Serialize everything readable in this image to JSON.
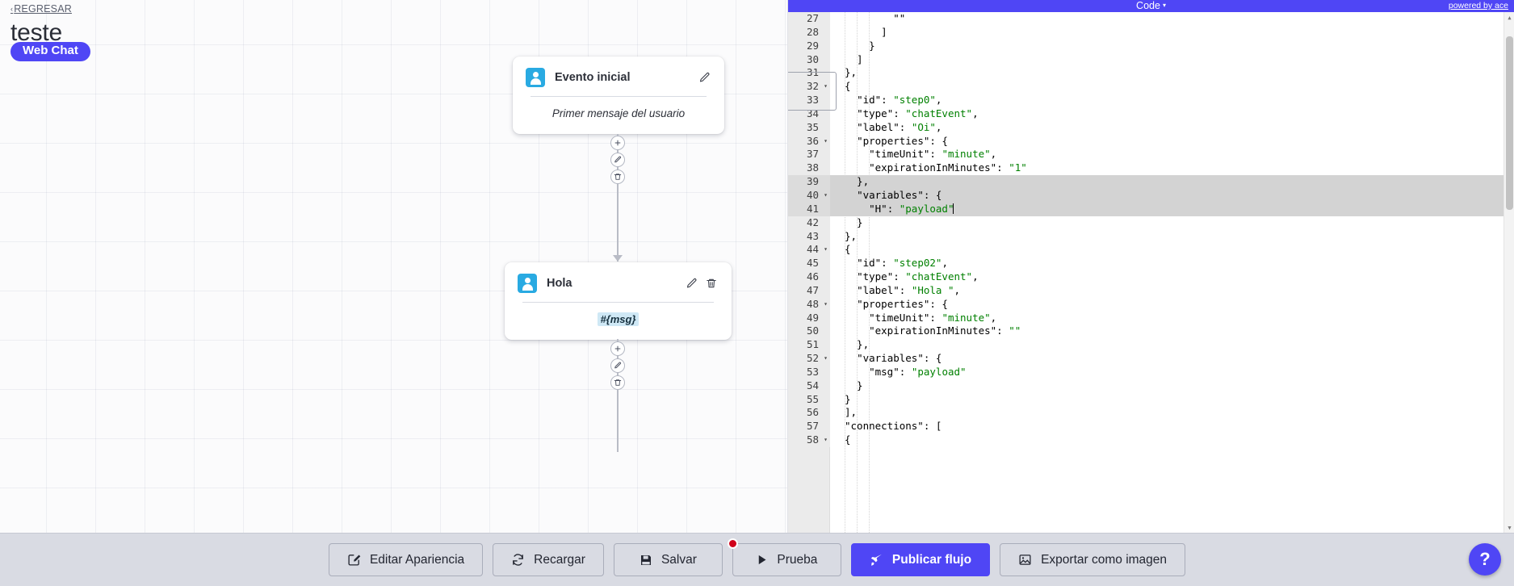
{
  "header": {
    "back_label": "REGRESAR",
    "back_chevron": "‹",
    "project_title": "teste",
    "channel_badge": "Web Chat"
  },
  "canvas": {
    "nodes": [
      {
        "id": "evento-inicial",
        "title": "Evento inicial",
        "avatar_icon": "user-avatar-icon",
        "body_text": "Primer mensaje del usuario",
        "body_kind": "placeholder",
        "actions": [
          "edit-icon"
        ]
      },
      {
        "id": "hola",
        "title": "Hola",
        "avatar_icon": "user-avatar-icon",
        "body_text": "#{msg}",
        "body_kind": "variable",
        "actions": [
          "edit-icon",
          "trash-icon"
        ]
      }
    ],
    "connector_controls": [
      "add-icon",
      "edit-icon",
      "trash-icon"
    ]
  },
  "editor": {
    "title": "Code",
    "title_caret": "▾",
    "powered_by": "powered by ace",
    "first_line": 27,
    "lines": [
      {
        "n": 27,
        "text": "        \"\"",
        "fold": false
      },
      {
        "n": 28,
        "text": "      ]",
        "fold": false
      },
      {
        "n": 29,
        "text": "    }",
        "fold": false
      },
      {
        "n": 30,
        "text": "  ]",
        "fold": false
      },
      {
        "n": 31,
        "text": "},",
        "fold": false
      },
      {
        "n": 32,
        "text": "{",
        "fold": true
      },
      {
        "n": 33,
        "text": "  \"id\": \"step0\",",
        "fold": false
      },
      {
        "n": 34,
        "text": "  \"type\": \"chatEvent\",",
        "fold": false
      },
      {
        "n": 35,
        "text": "  \"label\": \"Oi\",",
        "fold": false
      },
      {
        "n": 36,
        "text": "  \"properties\": {",
        "fold": true
      },
      {
        "n": 37,
        "text": "    \"timeUnit\": \"minute\",",
        "fold": false
      },
      {
        "n": 38,
        "text": "    \"expirationInMinutes\": \"1\"",
        "fold": false
      },
      {
        "n": 39,
        "text": "  },",
        "fold": false
      },
      {
        "n": 40,
        "text": "  \"variables\": {",
        "fold": true
      },
      {
        "n": 41,
        "text": "    \"H\": \"payload\"",
        "fold": false
      },
      {
        "n": 42,
        "text": "  }",
        "fold": false
      },
      {
        "n": 43,
        "text": "},",
        "fold": false
      },
      {
        "n": 44,
        "text": "{",
        "fold": true
      },
      {
        "n": 45,
        "text": "  \"id\": \"step02\",",
        "fold": false
      },
      {
        "n": 46,
        "text": "  \"type\": \"chatEvent\",",
        "fold": false
      },
      {
        "n": 47,
        "text": "  \"label\": \"Hola \",",
        "fold": false
      },
      {
        "n": 48,
        "text": "  \"properties\": {",
        "fold": true
      },
      {
        "n": 49,
        "text": "    \"timeUnit\": \"minute\",",
        "fold": false
      },
      {
        "n": 50,
        "text": "    \"expirationInMinutes\": \"\"",
        "fold": false
      },
      {
        "n": 51,
        "text": "  },",
        "fold": false
      },
      {
        "n": 52,
        "text": "  \"variables\": {",
        "fold": true
      },
      {
        "n": 53,
        "text": "    \"msg\": \"payload\"",
        "fold": false
      },
      {
        "n": 54,
        "text": "  }",
        "fold": false
      },
      {
        "n": 55,
        "text": "}",
        "fold": false
      },
      {
        "n": 56,
        "text": "],",
        "fold": false
      },
      {
        "n": 57,
        "text": "\"connections\": [",
        "fold": false
      },
      {
        "n": 58,
        "text": "{",
        "fold": true
      }
    ],
    "selection_lines": [
      39,
      40,
      41
    ],
    "cursor_line": 41,
    "scroll_up_arrow": "▲",
    "scroll_down_arrow": "▼"
  },
  "toolbar": {
    "buttons": [
      {
        "label": "Editar Apariencia",
        "icon": "pencil-square-icon",
        "primary": false,
        "badge": false
      },
      {
        "label": "Recargar",
        "icon": "refresh-icon",
        "primary": false,
        "badge": false
      },
      {
        "label": "Salvar",
        "icon": "save-disk-icon",
        "primary": false,
        "badge": false
      },
      {
        "label": "Prueba",
        "icon": "play-icon",
        "primary": false,
        "badge": true
      },
      {
        "label": "Publicar flujo",
        "icon": "rocket-icon",
        "primary": true,
        "badge": false
      },
      {
        "label": "Exportar como imagen",
        "icon": "image-icon",
        "primary": false,
        "badge": false
      }
    ],
    "help_label": "?"
  },
  "colors": {
    "accent": "#4f46f5",
    "avatar": "#29aae2",
    "toolbar_bg": "#d9dbe3",
    "string_token": "#008000",
    "notification": "#d0021b",
    "variable_chip_bg": "#cfe8f5"
  }
}
